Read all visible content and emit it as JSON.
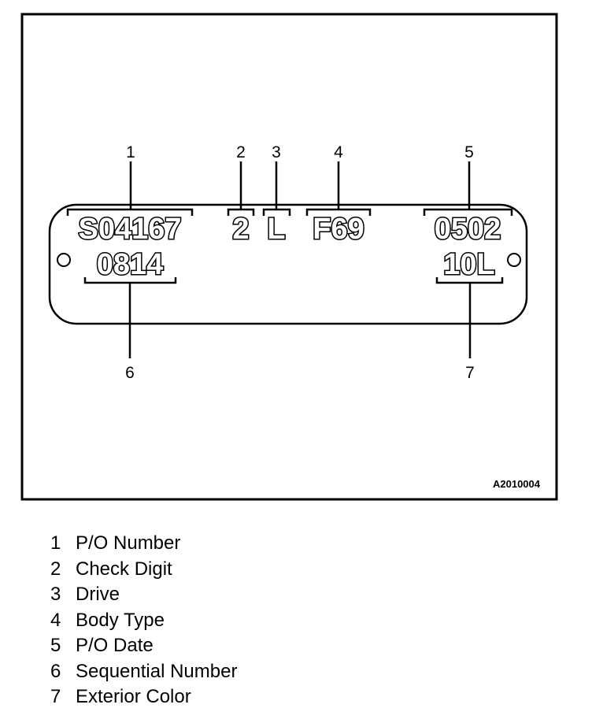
{
  "plate": {
    "codes": {
      "po_number": "S04167",
      "check_digit": "2",
      "drive": "L",
      "body_type": "F69",
      "po_date": "0502",
      "sequential_number": "0814",
      "exterior_color": "10L"
    },
    "callouts": [
      "1",
      "2",
      "3",
      "4",
      "5",
      "6",
      "7"
    ],
    "figure_id": "A2010004"
  },
  "legend": [
    {
      "num": "1",
      "label": "P/O Number"
    },
    {
      "num": "2",
      "label": "Check Digit"
    },
    {
      "num": "3",
      "label": "Drive"
    },
    {
      "num": "4",
      "label": "Body Type"
    },
    {
      "num": "5",
      "label": "P/O Date"
    },
    {
      "num": "6",
      "label": "Sequential Number"
    },
    {
      "num": "7",
      "label": "Exterior Color"
    }
  ]
}
